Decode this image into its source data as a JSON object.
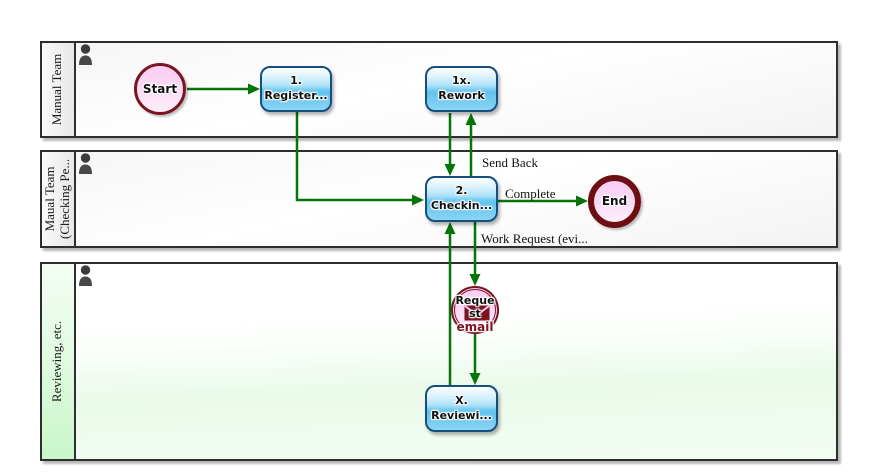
{
  "lanes": [
    {
      "lines": [
        "Manual Team"
      ]
    },
    {
      "lines": [
        "Maual Team",
        "(Checking Pe..."
      ]
    },
    {
      "lines": [
        "Reviewing, etc."
      ]
    }
  ],
  "nodes": {
    "start": {
      "label": "Start"
    },
    "register": {
      "lines": [
        "1.",
        "Register..."
      ]
    },
    "rework": {
      "lines": [
        "1x.",
        "Rework"
      ]
    },
    "checking": {
      "lines": [
        "2.",
        "Checkin..."
      ]
    },
    "end": {
      "label": "End"
    },
    "request_email": {
      "lines": [
        "Reque",
        "st",
        "email"
      ]
    },
    "reviewing": {
      "lines": [
        "X.",
        "Reviewi..."
      ]
    }
  },
  "edge_labels": {
    "send_back": "Send Back",
    "complete": "Complete",
    "work_request": "Work Request (evi..."
  },
  "colors": {
    "flow_green": "#077407",
    "task_border": "#174f7c",
    "task_fill": "#86d3f4",
    "event_border": "#7a1420",
    "event_fill": "#fbd7f3",
    "lane_border": "#2e2e2e",
    "lane3_tint": "#eafaea"
  }
}
